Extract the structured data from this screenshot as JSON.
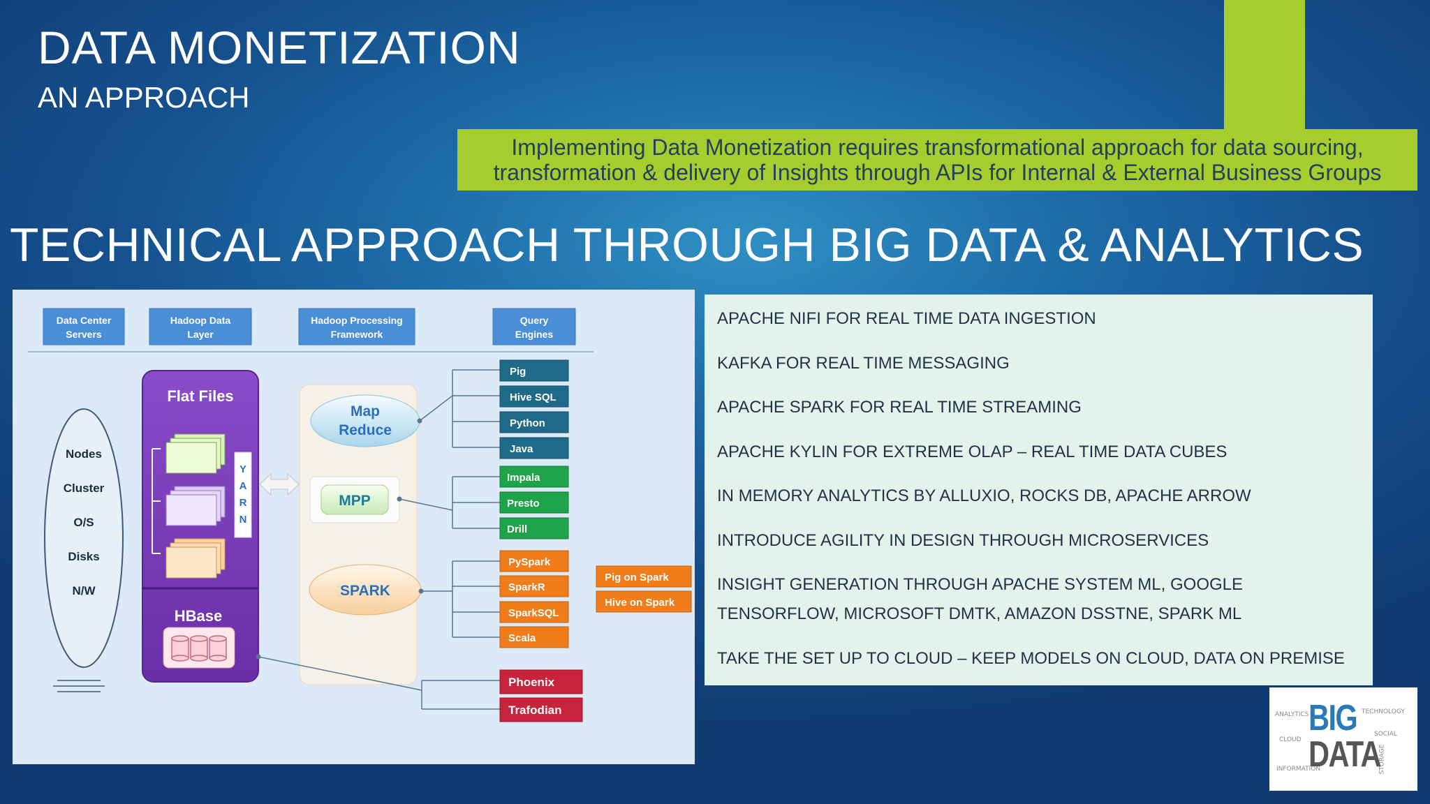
{
  "slide": {
    "title": "DATA MONETIZATION",
    "subtitle": "AN APPROACH",
    "banner_line1": "Implementing Data Monetization requires transformational approach for data sourcing,",
    "banner_line2": "transformation & delivery of Insights through APIs for Internal & External Business Groups",
    "section_title": "TECHNICAL APPROACH THROUGH BIG DATA & ANALYTICS"
  },
  "diagram": {
    "headers": [
      {
        "line1": "Data Center",
        "line2": "Servers"
      },
      {
        "line1": "Hadoop Data",
        "line2": "Layer"
      },
      {
        "line1": "Hadoop Processing",
        "line2": "Framework"
      },
      {
        "line1": "Query",
        "line2": "Engines"
      }
    ],
    "servers": [
      "Nodes",
      "Cluster",
      "O/S",
      "Disks",
      "N/W"
    ],
    "flat_files": "Flat Files",
    "yarn": [
      "Y",
      "A",
      "R",
      "N"
    ],
    "hbase": "HBase",
    "map_reduce": {
      "line1": "Map",
      "line2": "Reduce"
    },
    "mpp": "MPP",
    "spark": "SPARK",
    "mr_engines": [
      "Pig",
      "Hive SQL",
      "Python",
      "Java"
    ],
    "mpp_engines": [
      "Impala",
      "Presto",
      "Drill"
    ],
    "spark_engines": [
      "PySpark",
      "SparkR",
      "SparkSQL",
      "Scala"
    ],
    "spark_extras": [
      "Pig on Spark",
      "Hive on Spark"
    ],
    "hbase_engines": [
      "Phoenix",
      "Trafodian"
    ]
  },
  "bullets": [
    "APACHE NIFI FOR REAL TIME DATA INGESTION",
    "KAFKA FOR REAL TIME MESSAGING",
    "APACHE SPARK FOR REAL TIME STREAMING",
    "APACHE KYLIN FOR EXTREME OLAP – REAL TIME DATA CUBES",
    "IN MEMORY ANALYTICS BY ALLUXIO, ROCKS DB, APACHE ARROW",
    "INTRODUCE AGILITY IN DESIGN THROUGH MICROSERVICES",
    "INSIGHT GENERATION THROUGH APACHE SYSTEM ML, GOOGLE TENSORFLOW, MICROSOFT DMTK, AMAZON DSSTNE, SPARK ML",
    "TAKE THE SET UP TO CLOUD – KEEP MODELS ON CLOUD, DATA ON PREMISE"
  ],
  "logo": {
    "big": "BIG",
    "data": "DATA",
    "word_cloud": [
      "ANALYTICS",
      "STORAGE",
      "TECHNOLOGY",
      "INFORMATION",
      "SOCIAL",
      "CLOUD"
    ]
  },
  "colors": {
    "accent_green": "#a6cd2e",
    "teal_box": "#1e6a88",
    "green_box": "#1ea34a",
    "orange_box": "#f07c1a",
    "red_box": "#c8233b",
    "purple": "#7a3cb6"
  }
}
